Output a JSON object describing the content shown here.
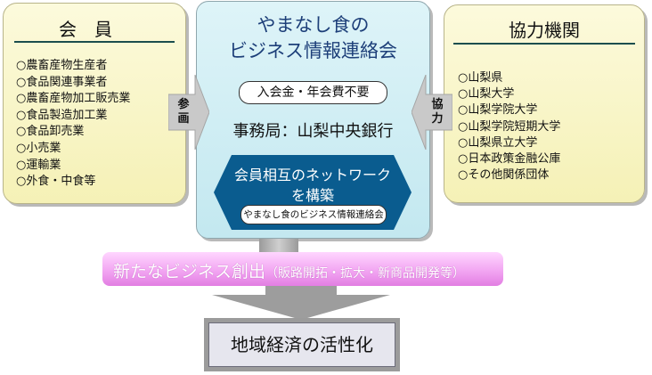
{
  "members": {
    "title": "会員",
    "items": [
      "○農畜産物生産者",
      "○食品関連事業者",
      "○農畜産物加工販売業",
      "○食品製造加工業",
      "○食品卸売業",
      "○小売業",
      "○運輸業",
      "○外食・中食等"
    ]
  },
  "partners": {
    "title": "協力機関",
    "items": [
      "○山梨県",
      "○山梨大学",
      "○山梨学院大学",
      "○山梨学院短期大学",
      "○山梨県立大学",
      "○日本政策金融公庫",
      "○その他関係団体"
    ]
  },
  "center": {
    "title_line1": "やまなし食の",
    "title_line2": "ビジネス情報連絡会",
    "fee": "入会金・年会費不要",
    "office": "事務局：山梨中央銀行",
    "network_line1": "会員相互のネットワーク",
    "network_line2": "を構築",
    "network_pill": "やまなし食のビジネス情報連絡会"
  },
  "arrows": {
    "left_line1": "参",
    "left_line2": "画",
    "right_line1": "協",
    "right_line2": "力"
  },
  "business": {
    "main": "新たなビジネス創出",
    "sub": "（販路開拓・拡大・新商品開発等）"
  },
  "economy": {
    "label": "地域経済の活性化"
  },
  "colors": {
    "member_box": "#f5f1b6",
    "center_box": "#c3e8f0",
    "title_blue": "#1d3f79",
    "network_navy": "#0a5c8f",
    "business_pink": "#f2a6f2",
    "arrow_gray": "#b9b9b9"
  }
}
